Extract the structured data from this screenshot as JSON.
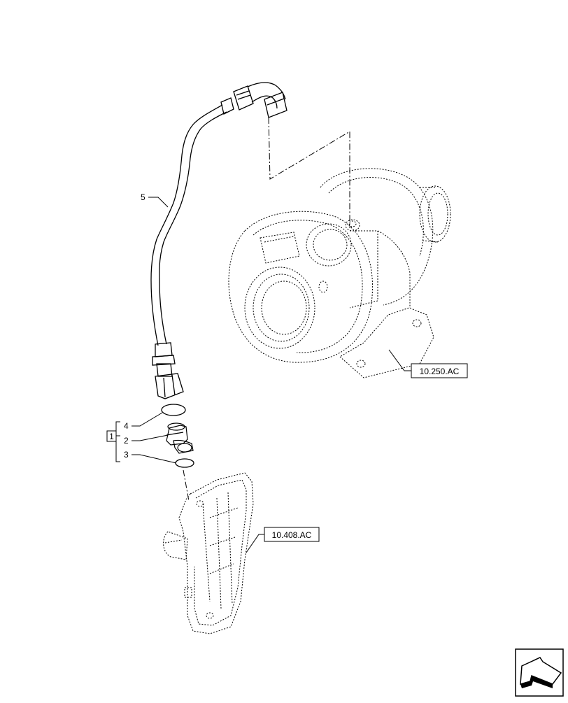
{
  "callouts": {
    "part_5": "5",
    "part_4": "4",
    "part_2": "2",
    "part_3": "3",
    "kit": "1"
  },
  "references": {
    "turbocharger": "10.250.AC",
    "engine_block": "10.408.AC"
  },
  "icons": {
    "nav": "direction-arrow-icon"
  }
}
